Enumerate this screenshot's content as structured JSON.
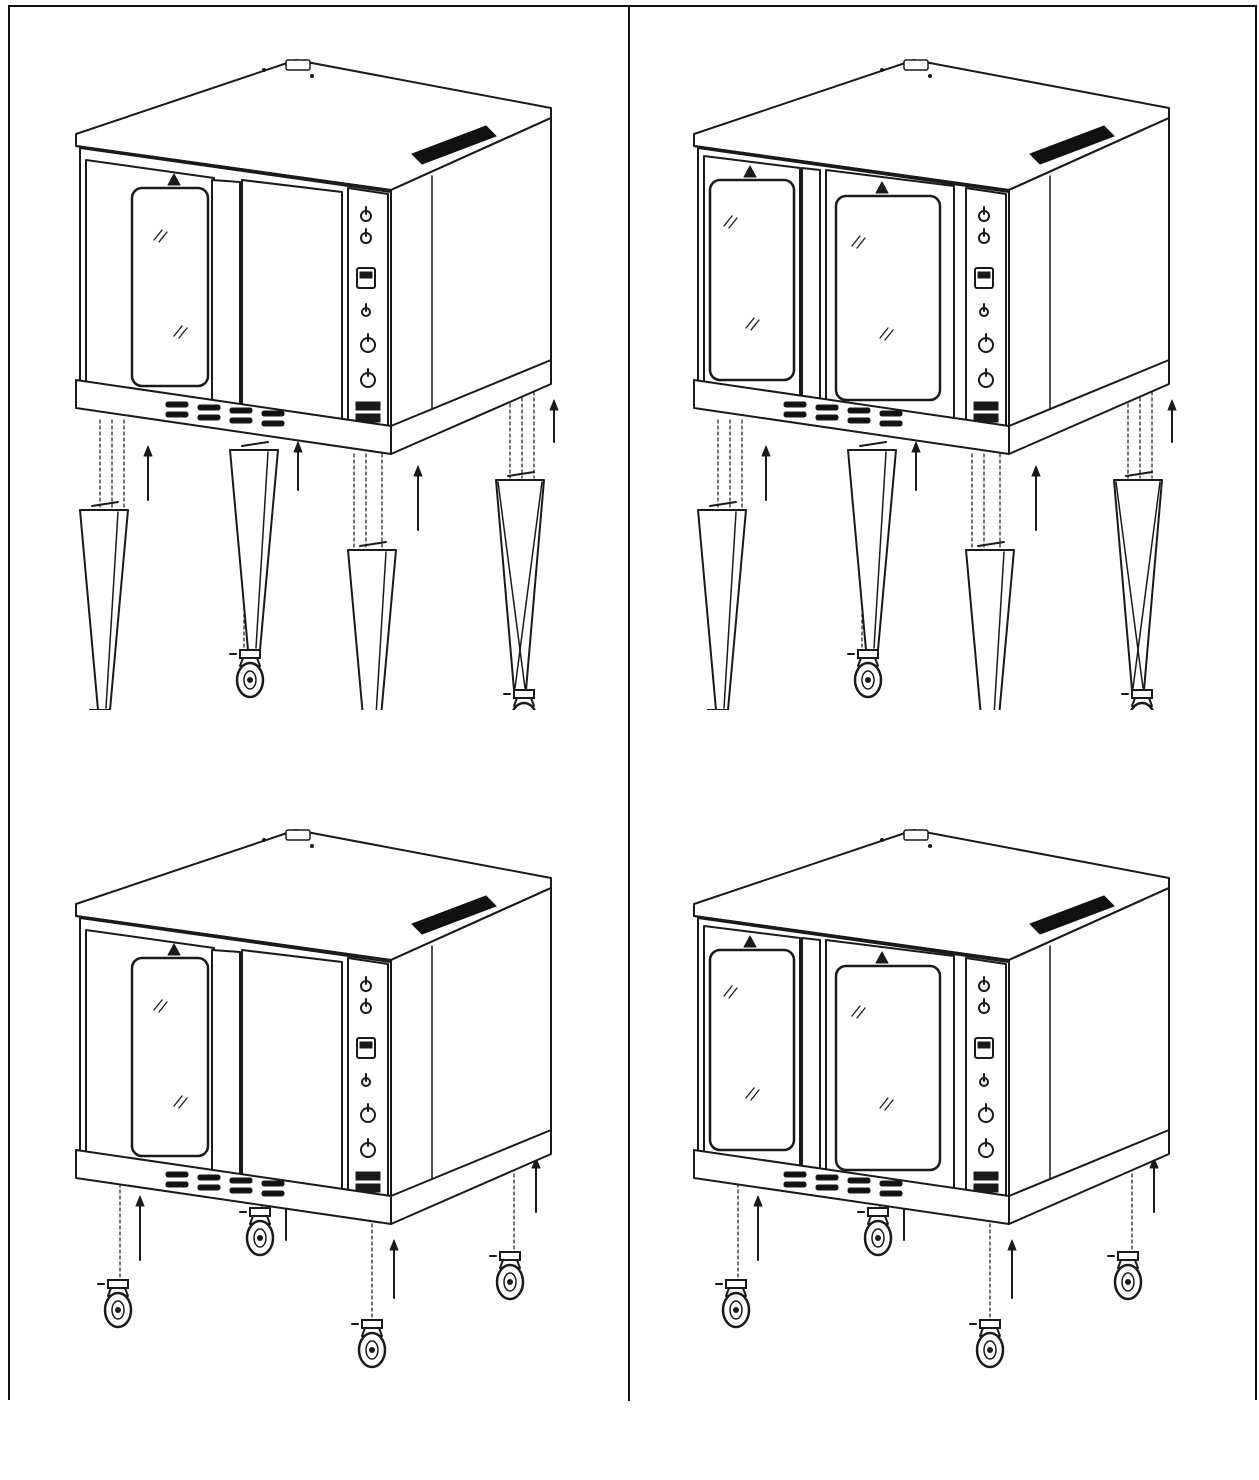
{
  "figure": {
    "panels": [
      {
        "id": "single-door-legs",
        "door_style": "single",
        "base": "legs-with-casters"
      },
      {
        "id": "double-door-legs",
        "door_style": "double",
        "base": "legs-with-casters"
      },
      {
        "id": "single-door-casters",
        "door_style": "single",
        "base": "casters-only"
      },
      {
        "id": "double-door-casters",
        "door_style": "double",
        "base": "casters-only"
      }
    ],
    "colors": {
      "line": "#1a1a1a",
      "background": "#ffffff",
      "grille": "#111111"
    },
    "icons": [
      "arrow-up-icon",
      "caster-wheel-icon",
      "oven-leg-icon",
      "warning-triangle-icon",
      "control-knob-icon"
    ]
  }
}
